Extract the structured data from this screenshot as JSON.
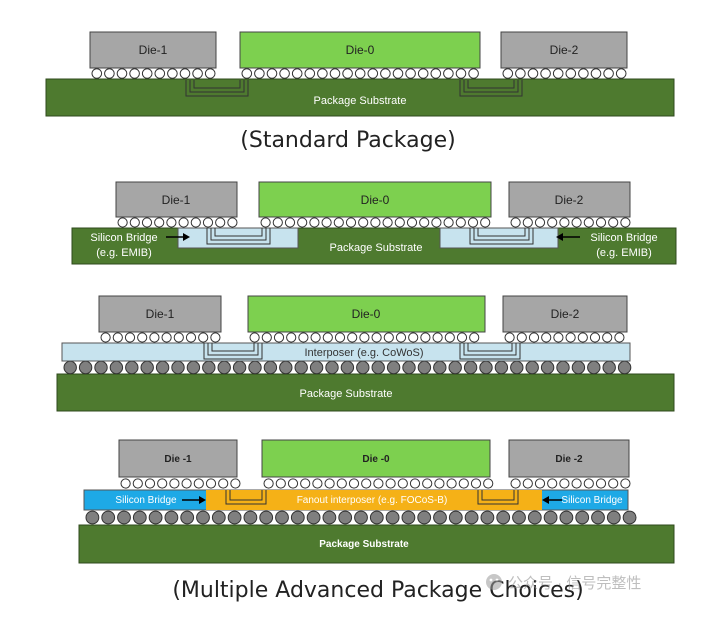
{
  "colors": {
    "die_gray": "#a6a6a6",
    "die_green": "#7dd04f",
    "substrate": "#4e7a2f",
    "bridge_blue": "#c7e3ee",
    "fanout_blue": "#1ea9e6",
    "fanout_orange": "#f5b117",
    "bump_gray": "#7f7f7f",
    "outline": "#333333"
  },
  "panel1": {
    "die1": "Die-1",
    "die0": "Die-0",
    "die2": "Die-2",
    "substrate": "Package Substrate",
    "caption": "(Standard Package)"
  },
  "panel2": {
    "die1": "Die-1",
    "die0": "Die-0",
    "die2": "Die-2",
    "substrate": "Package Substrate",
    "bridge_left_line1": "Silicon Bridge",
    "bridge_left_line2": "(e.g. EMIB)",
    "bridge_right_line1": "Silicon Bridge",
    "bridge_right_line2": "(e.g. EMIB)"
  },
  "panel3": {
    "die1": "Die-1",
    "die0": "Die-0",
    "die2": "Die-2",
    "interposer": "Interposer (e.g. CoWoS)",
    "substrate": "Package Substrate"
  },
  "panel4": {
    "die1": "Die -1",
    "die0": "Die -0",
    "die2": "Die -2",
    "bridge_left": "Silicon Bridge",
    "fanout": "Fanout interposer (e.g. FOCoS-B)",
    "bridge_right": "Silicon Bridge",
    "substrate": "Package Substrate",
    "caption": "(Multiple Advanced Package Choices)"
  },
  "watermark": "公众号 · 信号完整性"
}
